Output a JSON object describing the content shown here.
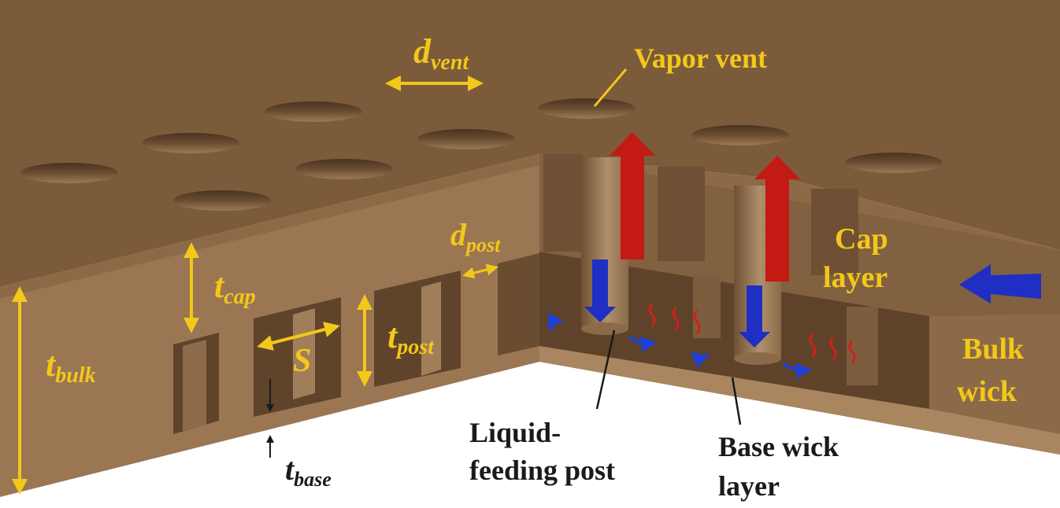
{
  "labels": {
    "d_vent": {
      "main": "d",
      "sub": "vent"
    },
    "t_cap": {
      "main": "t",
      "sub": "cap"
    },
    "t_bulk": {
      "main": "t",
      "sub": "bulk"
    },
    "t_post": {
      "main": "t",
      "sub": "post"
    },
    "t_base": {
      "main": "t",
      "sub": "base"
    },
    "d_post": {
      "main": "d",
      "sub": "post"
    },
    "spacing": "S",
    "vapor_vent": "Vapor vent",
    "cap_layer": [
      "Cap",
      "layer"
    ],
    "bulk_wick": [
      "Bulk",
      "wick"
    ],
    "liquid_feeding_post": [
      "Liquid-",
      "feeding post"
    ],
    "base_wick_layer": [
      "Base wick",
      "layer"
    ]
  },
  "colors": {
    "top_surface": "#7c5b3b",
    "front_face": "#9a7652",
    "cut_face": "#8d6a47",
    "annotation": "#f2c81a",
    "vapor_arrow": "#c41a14",
    "liquid_arrow": "#1f2fc4",
    "label_dark": "#1a1a1a"
  }
}
